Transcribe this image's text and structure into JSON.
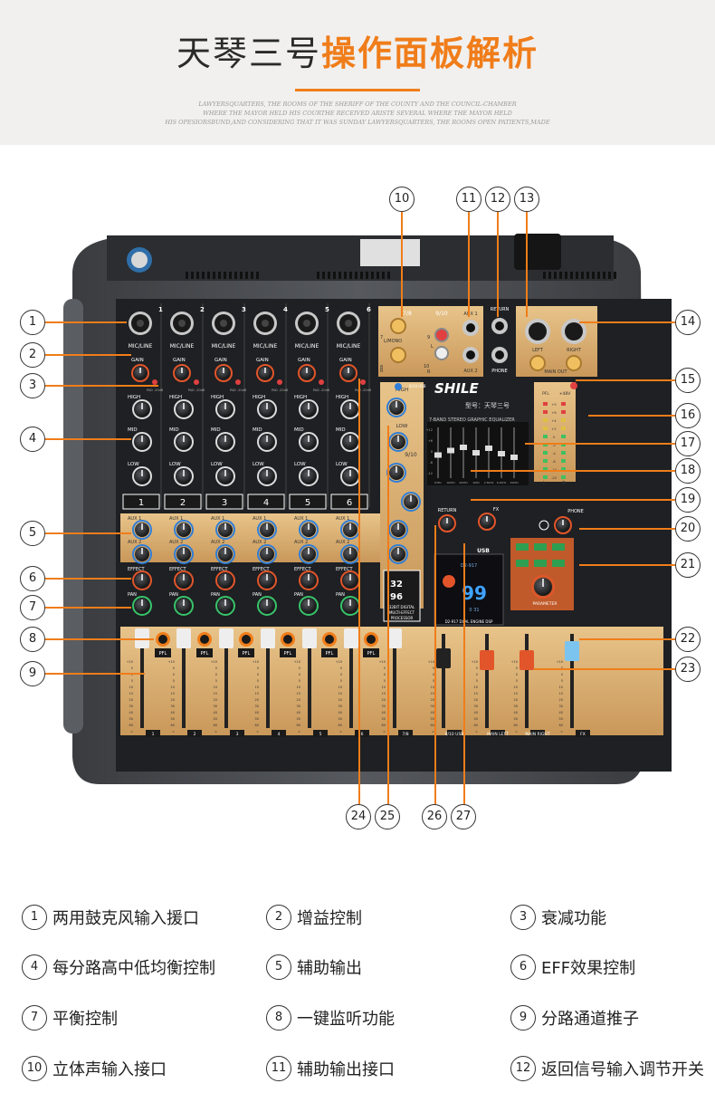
{
  "header": {
    "title_main": "天琴三号",
    "title_accent": "操作面板解析",
    "tagline": [
      "LAWYERSQUARTERS, THE ROOMS OF THE SHERIFF OF THE COUNTY AND THE COUNCIL-CHAMBER",
      "WHERE THE MAYOR HELD HIS COURTHE RECEIVED ARISTE SEVERAL WHERE THE MAYOR HELD",
      "HIS OPESIORSBUND,AND CONSIDERING THAT IT WAS SUNDAY LAWYERSQUARTERS, THE ROOMS OPEN PATIENTS,MADE"
    ]
  },
  "mixer": {
    "brand": "SHILE",
    "model": "型号：天琴三号",
    "eq_label": "7-BAND STEREO GRAPHIC EQUALIZER",
    "eq_bands": [
      "63Hz",
      "160Hz",
      "400Hz",
      "1KHz",
      "2.5KHz",
      "6.4KHz",
      "15KHz"
    ],
    "eq_levels": [
      0.45,
      0.55,
      0.62,
      0.5,
      0.6,
      0.48,
      0.4
    ],
    "eq_scale": [
      "+12",
      "+6",
      "0",
      "-6",
      "-12"
    ],
    "channels": [
      "1",
      "2",
      "3",
      "4",
      "5",
      "6"
    ],
    "input_label": "MIC/LINE",
    "row_labels": {
      "gain": "GAIN",
      "high": "HIGH",
      "mid": "MID",
      "low": "LOW",
      "aux1": "AUX 1",
      "aux2": "AUX 2",
      "effect": "EFFECT",
      "pan": "PAN",
      "pad": "PAD -20dB"
    },
    "stereo_in": {
      "top": "7/8",
      "top2": "9/10",
      "lmono": "L/MONO",
      "l": "L",
      "r": "R",
      "n7": "7",
      "n8": "8",
      "n9": "9",
      "n10": "10"
    },
    "aux_jacks": {
      "aux1": "AUX 1",
      "aux2": "AUX 2"
    },
    "return_jacks": {
      "return": "RETURN",
      "phone": "PHONE"
    },
    "main_out": {
      "left": "LEFT",
      "right": "RIGHT",
      "label": "MAIN OUT"
    },
    "meter": {
      "pfl": "PFL",
      "p48": "+48V",
      "l": "L",
      "r": "R",
      "scale": [
        "+9",
        "+6",
        "+4",
        "+2",
        "0",
        "-2",
        "-4",
        "-8",
        "-14",
        "-20"
      ]
    },
    "fx_badge": {
      "top": "32",
      "bottom": "96",
      "line1": "32BIT DIGITAL",
      "line2": "MULTI-EFFECT",
      "line3": "PROCESSOR"
    },
    "usb": "USB",
    "display": {
      "line1": "D2-917",
      "digits": "99",
      "line2": "0 31"
    },
    "dsp_label": "D2-917 DUAL ENGINE DSP",
    "parameter": "PARAMETER",
    "return_knob": "RETURN",
    "fx_knob": "FX",
    "phone_knob": "PHONE",
    "pfl": "PFL",
    "switch_label": "9/10 USB",
    "fader_scale": [
      "+10",
      "5",
      "0",
      "5",
      "10",
      "15",
      "20",
      "30",
      "40",
      "50",
      "60",
      "∞"
    ],
    "fader_labels": [
      "1",
      "2",
      "3",
      "4",
      "5",
      "6",
      "7/8",
      "9/10 USB",
      "MAIN LEFT",
      "MAIN RIGHT",
      "FX"
    ]
  },
  "callouts": [
    "1",
    "2",
    "3",
    "4",
    "5",
    "6",
    "7",
    "8",
    "9",
    "10",
    "11",
    "12",
    "13",
    "14",
    "15",
    "16",
    "17",
    "18",
    "19",
    "20",
    "21",
    "22",
    "23",
    "24",
    "25",
    "26",
    "27"
  ],
  "legend": [
    {
      "num": "1",
      "text": "两用鼓克风输入援口"
    },
    {
      "num": "2",
      "text": "增益控制"
    },
    {
      "num": "3",
      "text": "衰减功能"
    },
    {
      "num": "4",
      "text": "每分路高中低均衡控制"
    },
    {
      "num": "5",
      "text": "辅助输出"
    },
    {
      "num": "6",
      "text": "EFF效果控制"
    },
    {
      "num": "7",
      "text": "平衡控制"
    },
    {
      "num": "8",
      "text": "一键监听功能"
    },
    {
      "num": "9",
      "text": "分路通道推子"
    },
    {
      "num": "10",
      "text": "立体声输入接口"
    },
    {
      "num": "11",
      "text": "辅助输出接口"
    },
    {
      "num": "12",
      "text": "返回信号输入调节开关"
    }
  ],
  "colors": {
    "accent": "#f07d1a",
    "gold": "#d9ad6a",
    "panel": "#1f2124",
    "body": "#4a4d52"
  }
}
